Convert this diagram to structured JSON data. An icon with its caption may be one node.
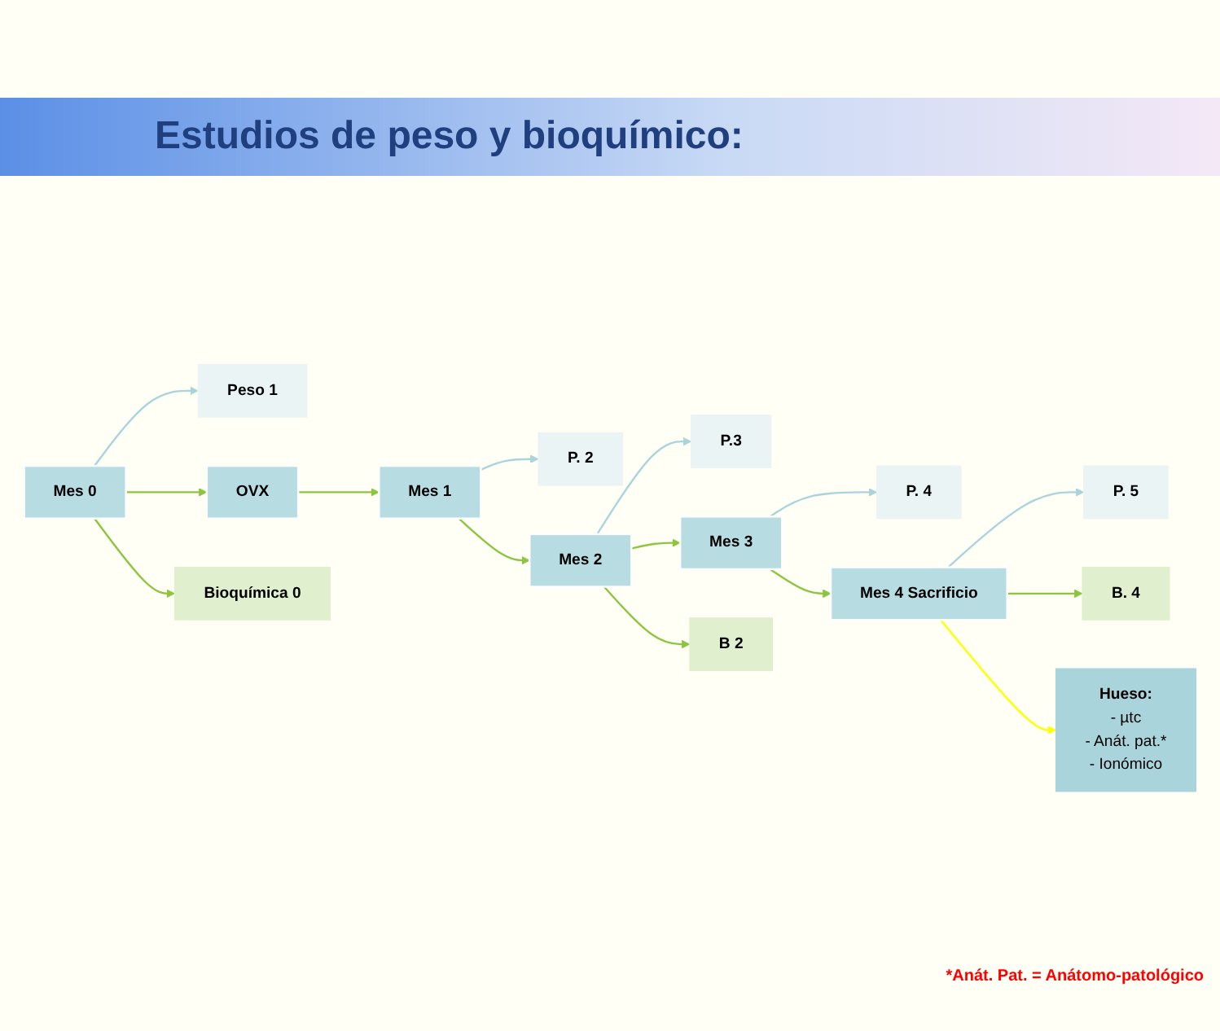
{
  "diagram": {
    "title": "Estudios de peso y bioquímico:",
    "nodes": [
      {
        "text": [
          "Peso 1"
        ]
      },
      {
        "text": [
          "P. 2"
        ]
      },
      {
        "text": [
          "P.3"
        ]
      },
      {
        "text": [
          "P. 4"
        ]
      },
      {
        "text": [
          "P. 5"
        ]
      },
      {
        "text": [
          "Mes 0"
        ]
      },
      {
        "text": [
          "OVX"
        ]
      },
      {
        "text": [
          "Mes 1"
        ]
      },
      {
        "text": [
          "Mes 2"
        ]
      },
      {
        "text": [
          "Mes 3"
        ]
      },
      {
        "text": [
          "Mes 4 Sacrificio"
        ]
      },
      {
        "text": [
          "Hueso:",
          "- µtc",
          "- Anát. pat.*",
          "- Ionómico"
        ]
      },
      {
        "text": [
          "Bioquímica 0"
        ]
      },
      {
        "text": [
          "B 2"
        ]
      },
      {
        "text": [
          "B. 4"
        ]
      }
    ],
    "edges": [
      {
        "from": 5,
        "to": 0,
        "arrow": "to",
        "color": "#a9d4dc"
      },
      {
        "from": 5,
        "to": 12,
        "arrow": "to",
        "color": "#8cc63f"
      },
      {
        "from": 5,
        "to": 6,
        "arrow": "to",
        "color": "#8cc63f"
      },
      {
        "from": 6,
        "to": 7,
        "arrow": "to",
        "color": "#8cc63f"
      },
      {
        "from": 7,
        "to": 1,
        "arrow": "to",
        "color": "#a9d4dc"
      },
      {
        "from": 7,
        "to": 8,
        "arrow": "to",
        "color": "#8cc63f"
      },
      {
        "from": 8,
        "to": 2,
        "arrow": "to",
        "color": "#a9d4dc"
      },
      {
        "from": 8,
        "to": 13,
        "arrow": "to",
        "color": "#8cc63f"
      },
      {
        "from": 8,
        "to": 9,
        "arrow": "to",
        "color": "#8cc63f"
      },
      {
        "from": 9,
        "to": 3,
        "arrow": "to",
        "color": "#a9d4dc"
      },
      {
        "from": 9,
        "to": 10,
        "arrow": "to",
        "color": "#8cc63f"
      },
      {
        "from": 10,
        "to": 4,
        "arrow": "to",
        "color": "#a9d4dc"
      },
      {
        "from": 10,
        "to": 14,
        "arrow": "to",
        "color": "#8cc63f"
      },
      {
        "from": 10,
        "to": 11,
        "arrow": "to",
        "color": "#ffff00"
      }
    ],
    "labels": [
      "*Anát. Pat. = Anátomo-patológico"
    ]
  }
}
